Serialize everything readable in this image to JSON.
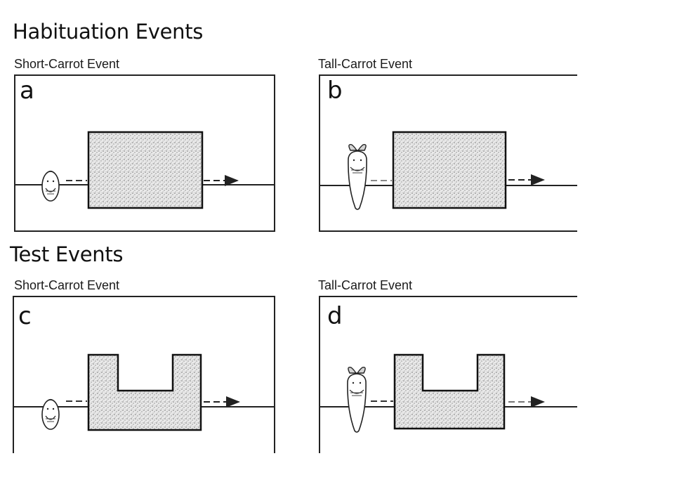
{
  "habituation": {
    "heading": "Habituation Events",
    "panels": [
      {
        "label": "Short-Carrot Event",
        "letter": "a"
      },
      {
        "label": "Tall-Carrot Event",
        "letter": "b"
      }
    ]
  },
  "test": {
    "heading": "Test Events",
    "panels": [
      {
        "label": "Short-Carrot Event",
        "letter": "c"
      },
      {
        "label": "Tall-Carrot Event",
        "letter": "d"
      }
    ]
  }
}
